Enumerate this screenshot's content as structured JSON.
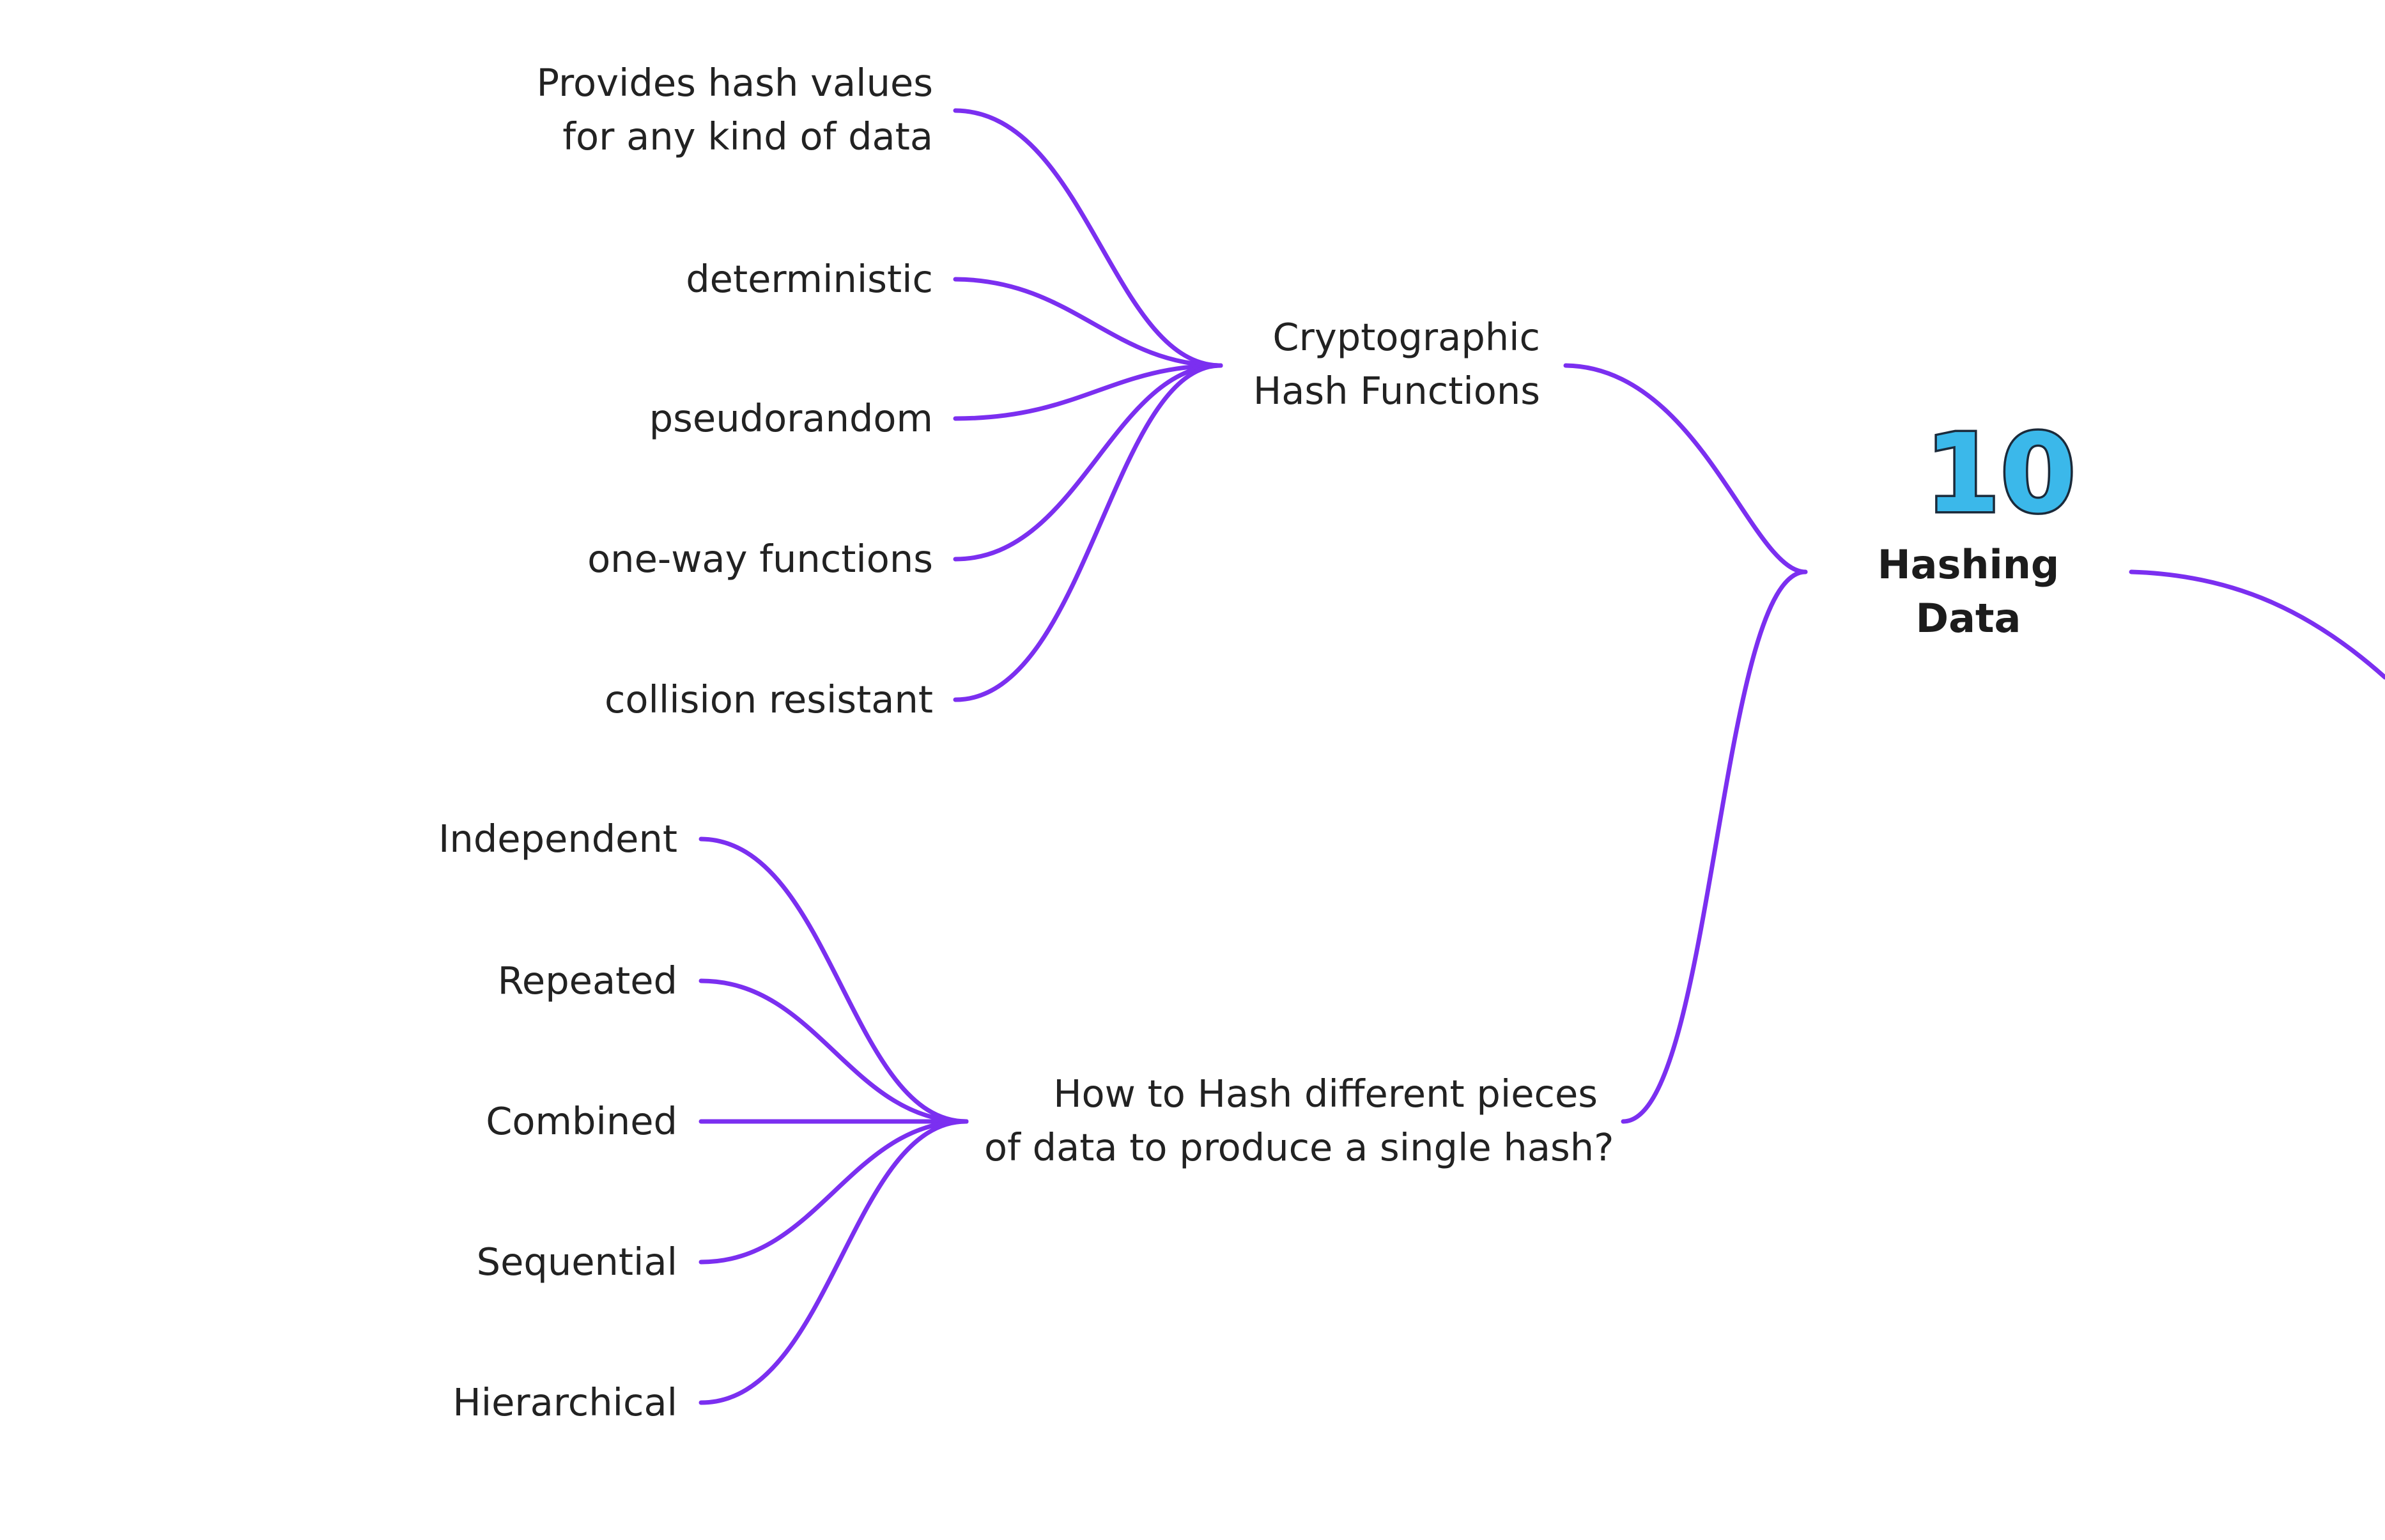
{
  "root": {
    "badge_number": "10",
    "title": "Hashing Data"
  },
  "branches": [
    {
      "id": "crypto",
      "lines": [
        "Cryptographic",
        "Hash Functions"
      ],
      "children": [
        {
          "lines": [
            "Provides hash values",
            "for any kind of data"
          ]
        },
        {
          "lines": [
            "deterministic"
          ]
        },
        {
          "lines": [
            "pseudorandom"
          ]
        },
        {
          "lines": [
            "one-way functions"
          ]
        },
        {
          "lines": [
            "collision resistant"
          ]
        }
      ]
    },
    {
      "id": "howto",
      "lines": [
        "How to Hash different pieces",
        "of data to produce a single hash?"
      ],
      "children": [
        {
          "lines": [
            "Independent"
          ]
        },
        {
          "lines": [
            "Repeated"
          ]
        },
        {
          "lines": [
            "Combined"
          ]
        },
        {
          "lines": [
            "Sequential"
          ]
        },
        {
          "lines": [
            "Hierarchical"
          ]
        }
      ]
    }
  ],
  "colors": {
    "edge": "#7b2ff0",
    "badge_fill": "#3bb8ea",
    "badge_outline": "#1b2a3a",
    "text": "#222222"
  }
}
